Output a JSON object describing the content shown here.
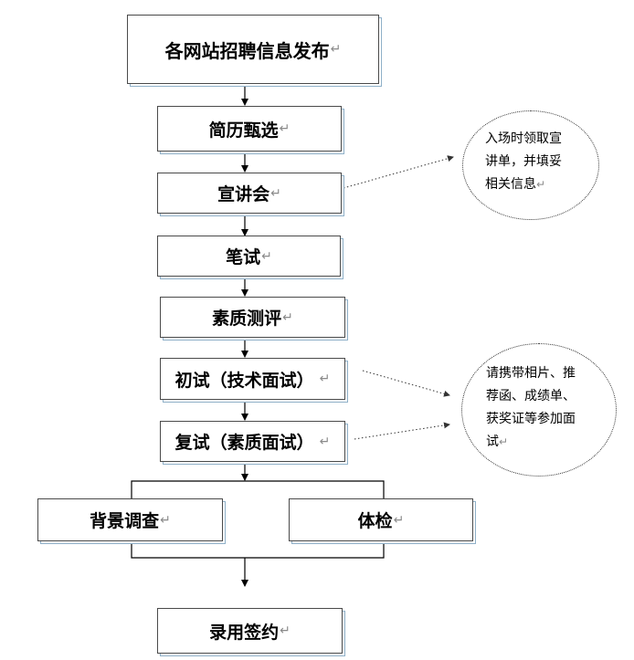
{
  "flow": {
    "publish": "各网站招聘信息发布",
    "screening": "简历甄选",
    "presentation": "宣讲会",
    "written_test": "笔试",
    "quality_eval": "素质测评",
    "first_interview": "初试（技术面试）",
    "second_interview": "复试（素质面试）",
    "background_check": "背景调查",
    "physical_exam": "体检",
    "signing": "录用签约"
  },
  "notes": {
    "presentation_note": [
      "入场时领取宣",
      "讲单，并填妥",
      "相关信息"
    ],
    "interview_note": [
      "请携带相片、推",
      "荐函、成绩单、",
      "获奖证等参加面",
      "试"
    ]
  },
  "return_mark": "↵"
}
